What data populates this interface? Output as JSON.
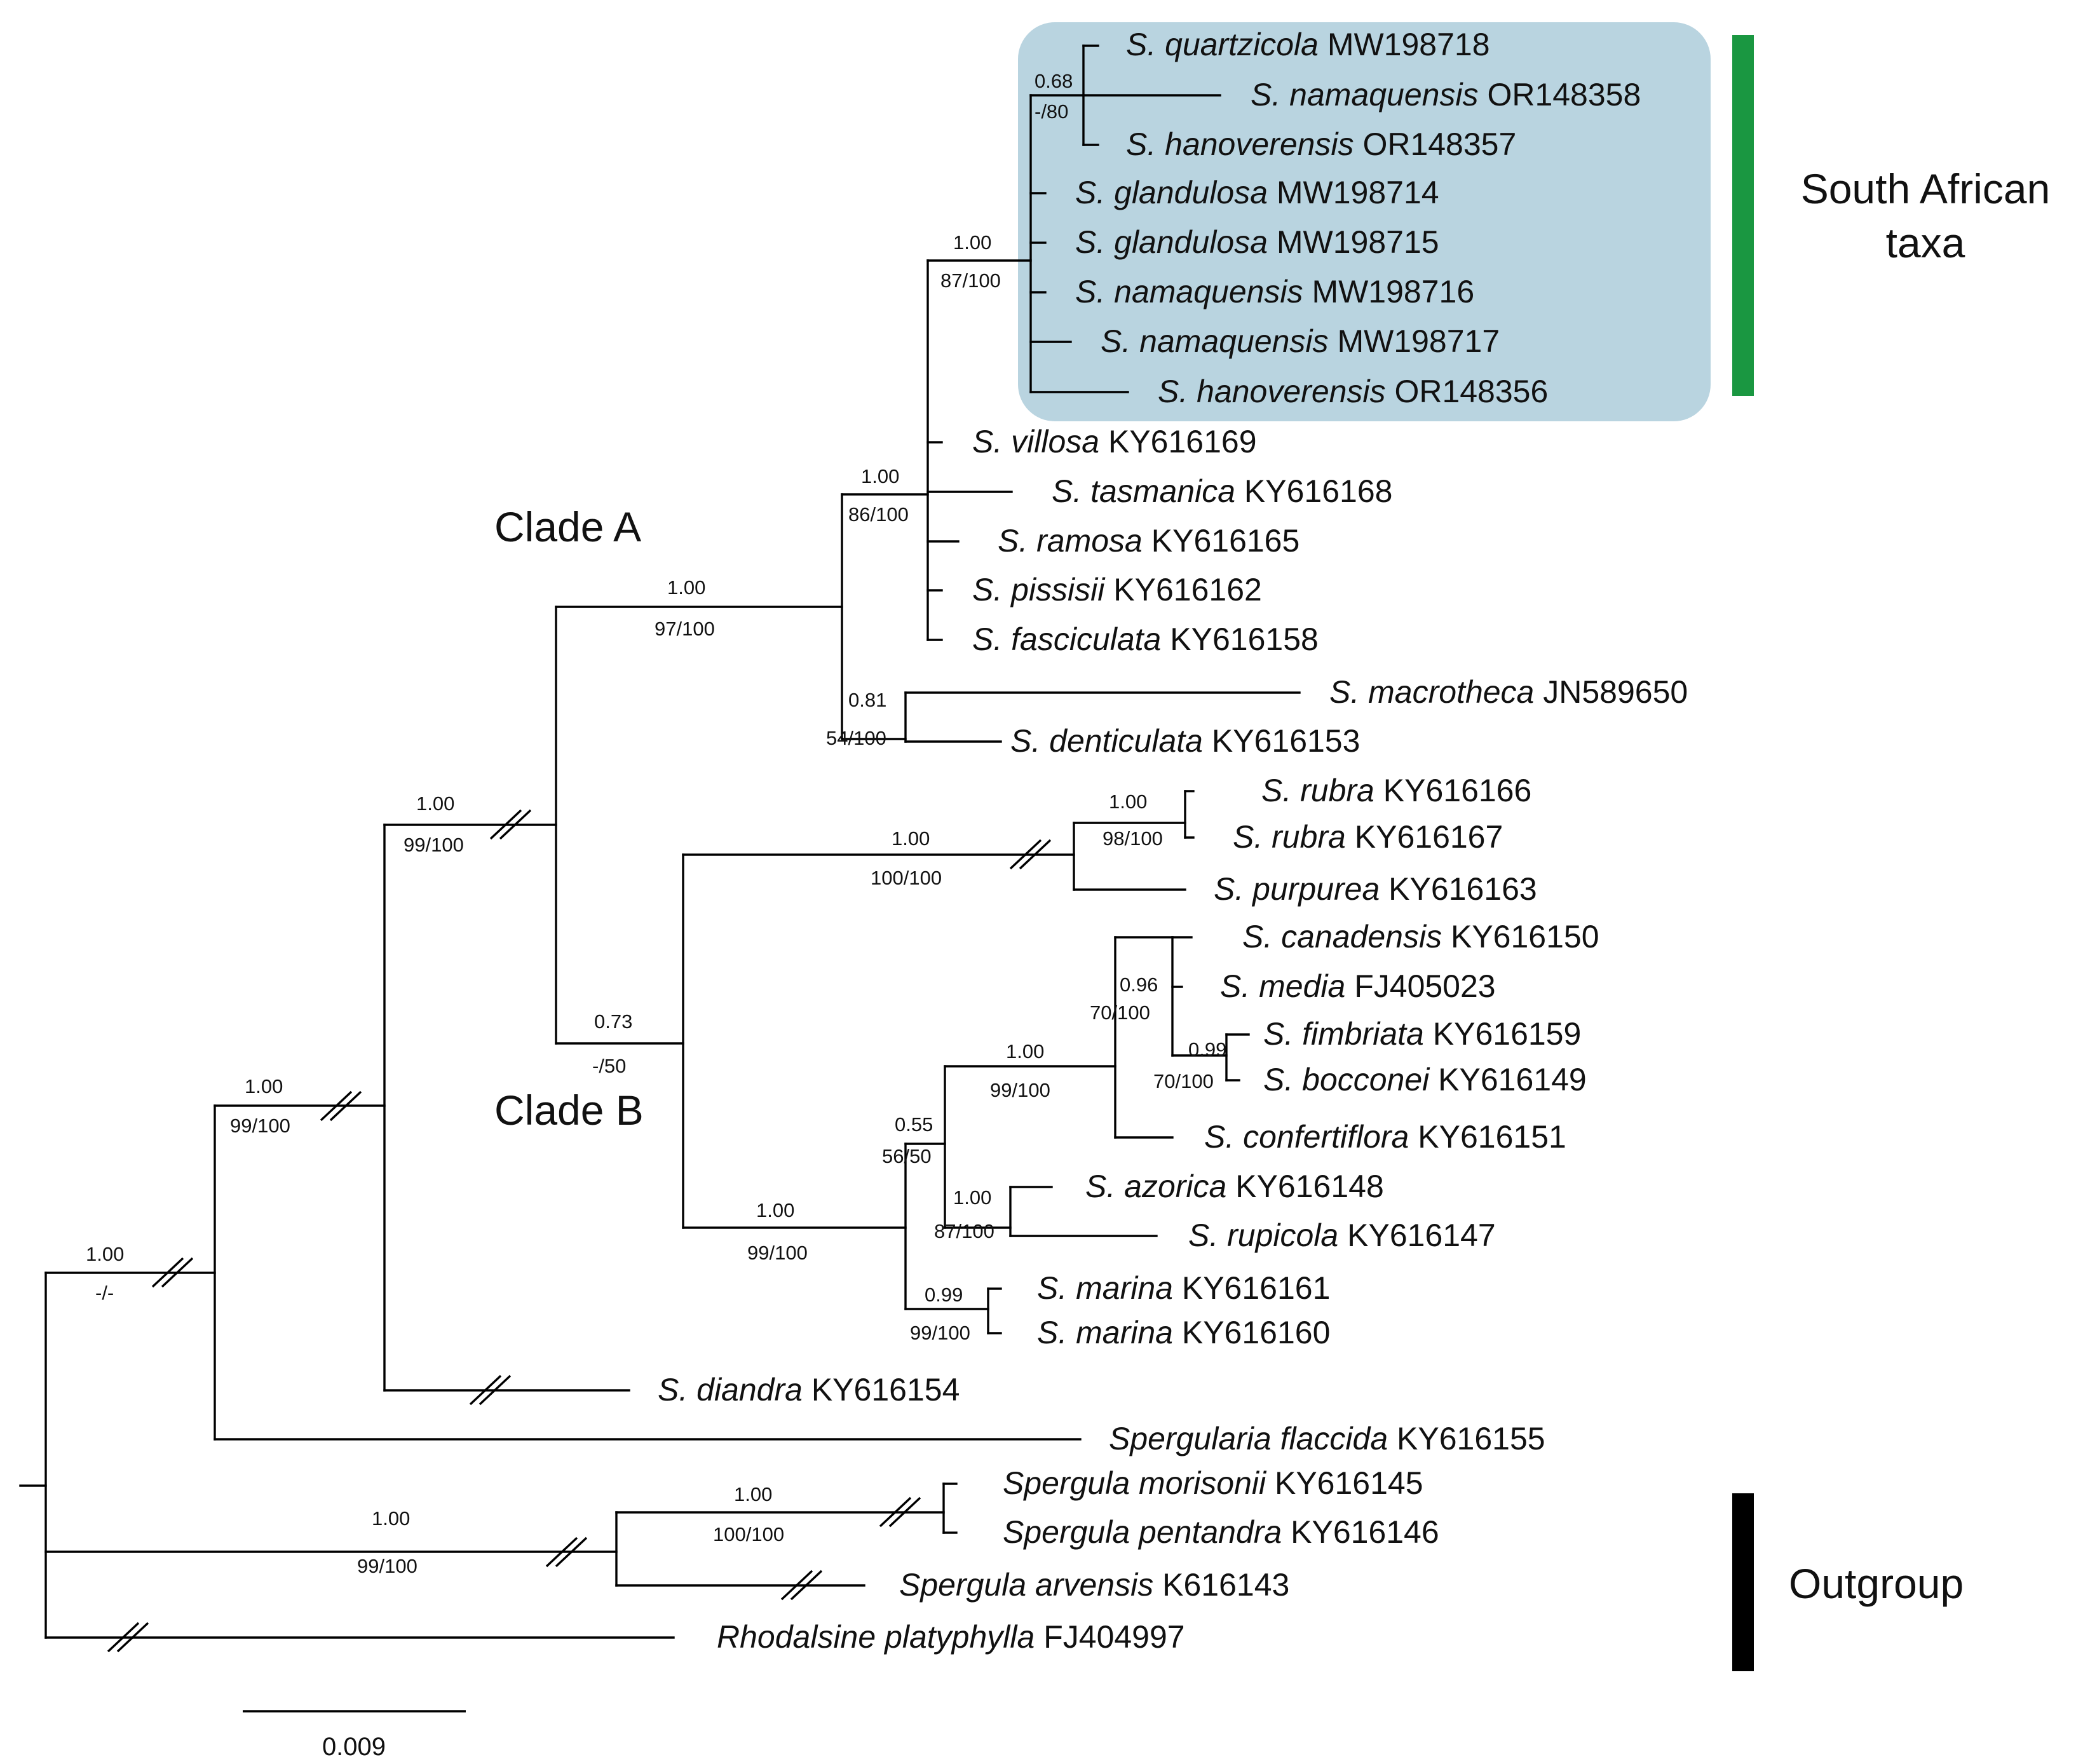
{
  "highlight_color": "#b9d4e0",
  "sa_bar_color": "#1a9741",
  "outgroup_bar_color": "#000000",
  "groups": {
    "south_african": "South African taxa",
    "outgroup": "Outgroup",
    "clade_a": "Clade A",
    "clade_b": "Clade B"
  },
  "scale_bar": {
    "label": "0.009"
  },
  "taxa": [
    {
      "genus": "S.",
      "species": "quartzicola",
      "accession": "MW198718"
    },
    {
      "genus": "S.",
      "species": "namaquensis",
      "accession": "OR148358"
    },
    {
      "genus": "S.",
      "species": "hanoverensis",
      "accession": "OR148357"
    },
    {
      "genus": "S.",
      "species": "glandulosa",
      "accession": "MW198714"
    },
    {
      "genus": "S.",
      "species": "glandulosa",
      "accession": "MW198715"
    },
    {
      "genus": "S.",
      "species": "namaquensis",
      "accession": "MW198716"
    },
    {
      "genus": "S.",
      "species": "namaquensis",
      "accession": "MW198717"
    },
    {
      "genus": "S.",
      "species": "hanoverensis",
      "accession": "OR148356"
    },
    {
      "genus": "S.",
      "species": "villosa",
      "accession": "KY616169"
    },
    {
      "genus": "S.",
      "species": "tasmanica",
      "accession": "KY616168"
    },
    {
      "genus": "S.",
      "species": "ramosa",
      "accession": "KY616165"
    },
    {
      "genus": "S.",
      "species": "pissisii",
      "accession": "KY616162"
    },
    {
      "genus": "S.",
      "species": "fasciculata",
      "accession": "KY616158"
    },
    {
      "genus": "S.",
      "species": "macrotheca",
      "accession": "JN589650"
    },
    {
      "genus": "S.",
      "species": "denticulata",
      "accession": "KY616153"
    },
    {
      "genus": "S.",
      "species": "rubra",
      "accession": "KY616166"
    },
    {
      "genus": "S.",
      "species": "rubra",
      "accession": "KY616167"
    },
    {
      "genus": "S.",
      "species": "purpurea",
      "accession": "KY616163"
    },
    {
      "genus": "S.",
      "species": "canadensis",
      "accession": "KY616150"
    },
    {
      "genus": "S.",
      "species": "media",
      "accession": "FJ405023"
    },
    {
      "genus": "S.",
      "species": "fimbriata",
      "accession": "KY616159"
    },
    {
      "genus": "S.",
      "species": "bocconei",
      "accession": "KY616149"
    },
    {
      "genus": "S.",
      "species": "confertiflora",
      "accession": "KY616151"
    },
    {
      "genus": "S.",
      "species": "azorica",
      "accession": "KY616148"
    },
    {
      "genus": "S.",
      "species": "rupicola",
      "accession": "KY616147"
    },
    {
      "genus": "S.",
      "species": "marina",
      "accession": "KY616161"
    },
    {
      "genus": "S.",
      "species": "marina",
      "accession": "KY616160"
    },
    {
      "genus": "S.",
      "species": "diandra",
      "accession": "KY616154"
    },
    {
      "genus": "Spergularia",
      "species": "flaccida",
      "accession": "KY616155"
    },
    {
      "genus": "Spergula",
      "species": "morisonii",
      "accession": "KY616145"
    },
    {
      "genus": "Spergula",
      "species": "pentandra",
      "accession": "KY616146"
    },
    {
      "genus": "Spergula",
      "species": "arvensis",
      "accession": "K616143"
    },
    {
      "genus": "Rhodalsine",
      "species": "platyphylla",
      "accession": "FJ404997"
    }
  ],
  "support": {
    "sa_sub_pp": "0.68",
    "sa_sub_bs": "-/80",
    "sa_pp": "1.00",
    "sa_bs": "87/100",
    "villosa_grp_pp": "1.00",
    "villosa_grp_bs": "86/100",
    "macro_pp": "0.81",
    "macro_bs": "54/100",
    "clade_a_pp": "1.00",
    "clade_a_bs": "97/100",
    "rubra_pp": "1.00",
    "rubra_bs": "98/100",
    "purp_grp_pp": "1.00",
    "purp_grp_bs": "100/100",
    "media_pp": "0.96",
    "media_bs": "70/100",
    "fimb_pp": "0.99",
    "fimb_bs": "70/100",
    "canad_grp_pp": "1.00",
    "canad_grp_bs": "99/100",
    "azor_pp": "1.00",
    "azor_bs": "87/100",
    "mid_pp": "0.55",
    "mid_bs": "56/50",
    "marina_pp": "0.99",
    "marina_bs": "99/100",
    "marine_grp_pp": "1.00",
    "marine_grp_bs": "99/100",
    "clade_b_pp": "0.73",
    "clade_b_bs": "-/50",
    "ab_pp": "1.00",
    "ab_bs": "99/100",
    "abd_pp": "1.00",
    "abd_bs": "99/100",
    "root_pp": "1.00",
    "root_bs": "-/-",
    "sperg_pp": "1.00",
    "sperg_bs": "100/100",
    "out_pp": "1.00",
    "out_bs": "99/100"
  }
}
